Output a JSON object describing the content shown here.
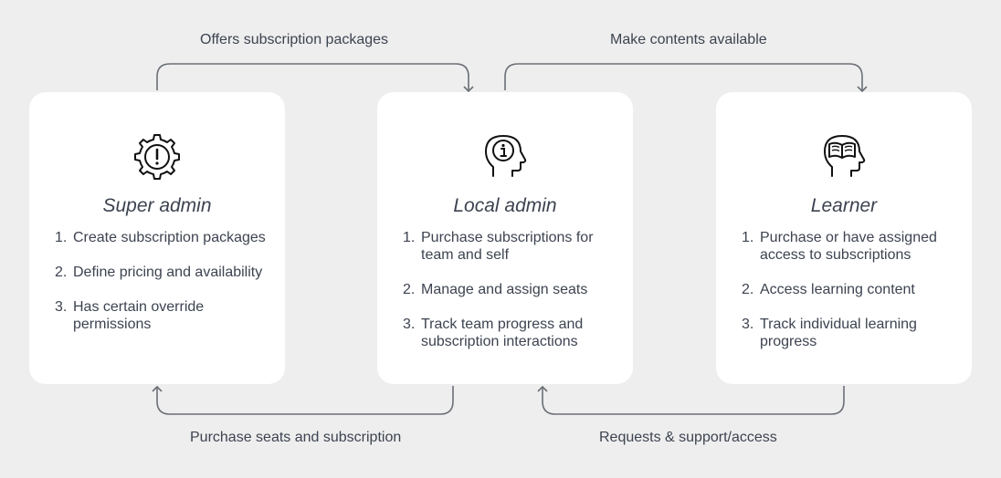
{
  "cards": [
    {
      "title": "Super admin",
      "icon": "gear-alert-icon",
      "items": [
        {
          "num": "1.",
          "text": "Create subscription packages"
        },
        {
          "num": "2.",
          "text": "Define pricing and availability"
        },
        {
          "num": "3.",
          "text": "Has certain override permissions"
        }
      ]
    },
    {
      "title": "Local admin",
      "icon": "head-info-icon",
      "items": [
        {
          "num": "1.",
          "text": "Purchase subscriptions for team and self"
        },
        {
          "num": "2.",
          "text": "Manage and assign seats"
        },
        {
          "num": "3.",
          "text": "Track team progress and subscription interactions"
        }
      ]
    },
    {
      "title": "Learner",
      "icon": "head-book-icon",
      "items": [
        {
          "num": "1.",
          "text": "Purchase or have assigned access to subscriptions"
        },
        {
          "num": "2.",
          "text": "Access learning content"
        },
        {
          "num": "3.",
          "text": "Track individual learning progress"
        }
      ]
    }
  ],
  "flows": {
    "offers": "Offers subscription packages",
    "make_available": "Make contents available",
    "purchase": "Purchase seats and subscription",
    "requests": "Requests & support/access"
  },
  "colors": {
    "background": "#eeeeee",
    "card": "#ffffff",
    "text": "#3d4350",
    "arrow": "#6b6f76"
  }
}
